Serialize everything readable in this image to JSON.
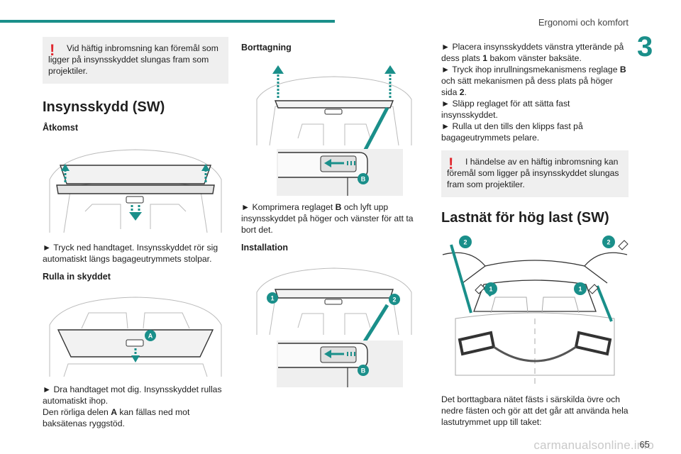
{
  "header": {
    "section_title": "Ergonomi och komfort",
    "chapter_number": "3",
    "page_number": "65"
  },
  "watermark": "carmanualsonline.info",
  "col1": {
    "warning": "Vid häftig inbromsning kan föremål som ligger på insynsskyddet slungas fram som projektiler.",
    "heading": "Insynsskydd (SW)",
    "access_heading": "Åtkomst",
    "access_text": "► Tryck ned handtaget. Insynsskyddet rör sig automatiskt längs bagageutrymmets stolpar.",
    "roll_heading": "Rulla in skyddet",
    "roll_text_1": "► Dra handtaget mot dig. Insynsskyddet rullas automatiskt ihop.",
    "roll_text_2_a": "Den rörliga delen",
    "roll_text_2_b": "A",
    "roll_text_2_c": "kan fällas ned mot baksätenas ryggstöd.",
    "label_A": "A"
  },
  "col2": {
    "removal_heading": "Borttagning",
    "removal_text_a": "► Komprimera reglaget",
    "removal_text_b": "B",
    "removal_text_c": "och lyft upp insynsskyddet på höger och vänster för att ta bort det.",
    "install_heading": "Installation",
    "label_B": "B",
    "label_1": "1",
    "label_2": "2"
  },
  "col3": {
    "step1_a": "► Placera insynsskyddets vänstra ytterände på dess plats",
    "step1_b": "1",
    "step1_c": "bakom vänster baksäte.",
    "step2_a": "► Tryck ihop inrullningsmekanismens reglage",
    "step2_b": "B",
    "step2_c": "och sätt mekanismen på dess plats på höger sida",
    "step2_d": "2",
    "step2_e": ".",
    "step3": "► Släpp reglaget för att sätta fast insynsskyddet.",
    "step4": "► Rulla ut den tills den klipps fast på bagageutrymmets pelare.",
    "warning": "I händelse av en häftig inbromsning kan föremål som ligger på insynsskyddet slungas fram som projektiler.",
    "net_heading": "Lastnät för hög last (SW)",
    "net_text": "Det borttagbara nätet fästs i särskilda övre och nedre fästen och gör att det går att använda hela lastutrymmet upp till taket:",
    "label_1": "1",
    "label_2": "2"
  },
  "colors": {
    "accent": "#1a8f8a",
    "warning": "#e0282f"
  }
}
